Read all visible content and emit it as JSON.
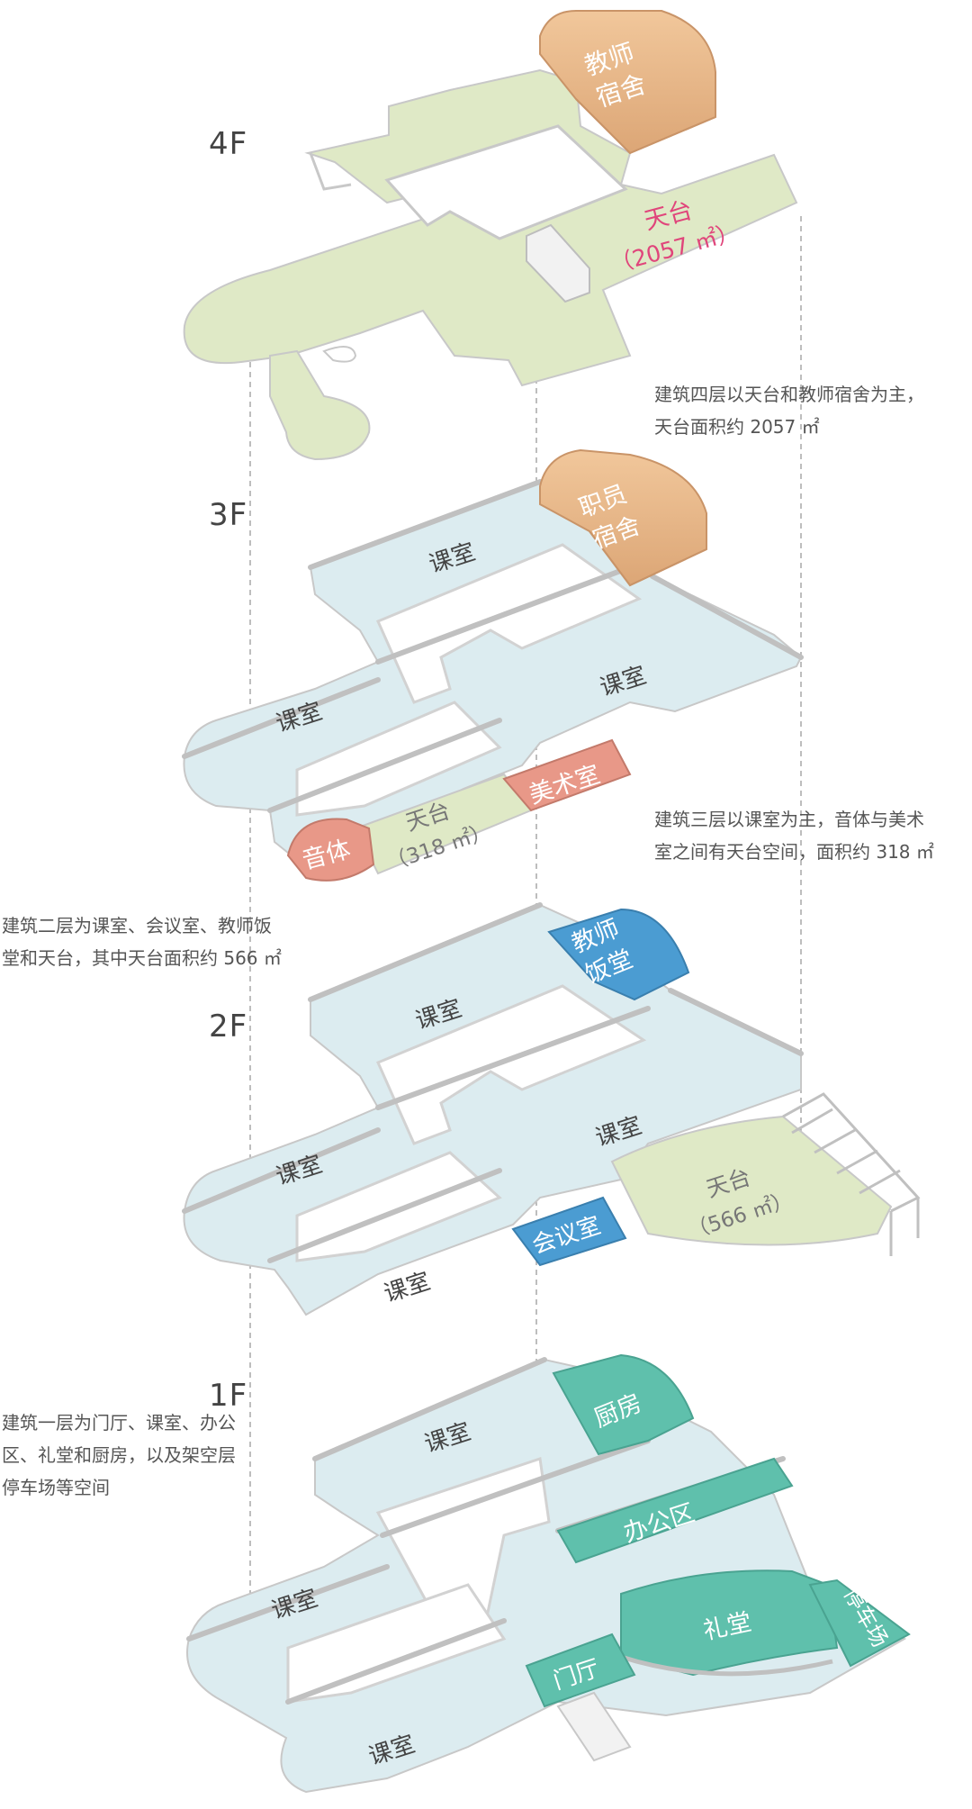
{
  "floors": {
    "f4": {
      "label": "4F",
      "note": [
        "建筑四层以天台和教师宿舍为主，",
        "天台面积约 2057 ㎡"
      ],
      "rooms": {
        "dorm": [
          "教师",
          "宿舍"
        ],
        "terrace": "天台",
        "terrace_area": "（2057 ㎡）"
      }
    },
    "f3": {
      "label": "3F",
      "note": [
        "建筑三层以课室为主，音体与美术",
        "室之间有天台空间，面积约 318 ㎡"
      ],
      "rooms": {
        "dorm": [
          "职员",
          "宿舍"
        ],
        "classroom": "课室",
        "art": "美术室",
        "music": "音体",
        "terrace": "天台",
        "terrace_area": "（318 ㎡）"
      }
    },
    "f2": {
      "label": "2F",
      "note": [
        "建筑二层为课室、会议室、教师饭",
        "堂和天台，其中天台面积约 566 ㎡"
      ],
      "rooms": {
        "canteen": [
          "教师",
          "饭堂"
        ],
        "classroom": "课室",
        "meeting": "会议室",
        "terrace": "天台",
        "terrace_area": "（566 ㎡）"
      }
    },
    "f1": {
      "label": "1F",
      "note": [
        "建筑一层为门厅、课室、办公",
        "区、礼堂和厨房，以及架空层",
        "停车场等空间"
      ],
      "rooms": {
        "kitchen": "厨房",
        "classroom": "课室",
        "office": "办公区",
        "hall": "礼堂",
        "lobby": "门厅",
        "parking": "停车场"
      }
    }
  },
  "colors": {
    "terrace": "#dfe9c6",
    "floor": "#dcecf0",
    "dorm": "#ecc093",
    "red": "#e89888",
    "blue": "#4b9cd2",
    "teal": "#5fc0ac",
    "wall": "#f6f6f6",
    "wall_edge": "#c8c8c8",
    "pink_text": "#e0457b"
  }
}
